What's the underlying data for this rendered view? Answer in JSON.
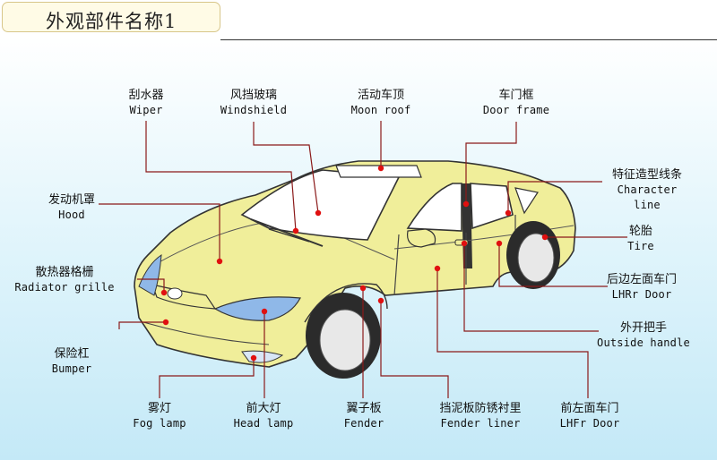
{
  "title": "外观部件名称1",
  "parts": [
    {
      "id": "wiper",
      "zh": "刮水器",
      "en": "Wiper"
    },
    {
      "id": "windshield",
      "zh": "风挡玻璃",
      "en": "Windshield"
    },
    {
      "id": "moon-roof",
      "zh": "活动车顶",
      "en": "Moon roof"
    },
    {
      "id": "door-frame",
      "zh": "车门框",
      "en": "Door frame"
    },
    {
      "id": "character-line",
      "zh": "特征造型线条",
      "en": "Character line"
    },
    {
      "id": "tire",
      "zh": "轮胎",
      "en": "Tire"
    },
    {
      "id": "lhrr-door",
      "zh": "后边左面车门",
      "en": "LHRr Door"
    },
    {
      "id": "outside-handle",
      "zh": "外开把手",
      "en": "Outside handle"
    },
    {
      "id": "lhfr-door",
      "zh": "前左面车门",
      "en": "LHFr Door"
    },
    {
      "id": "fender-liner",
      "zh": "挡泥板防锈衬里",
      "en": "Fender liner"
    },
    {
      "id": "fender",
      "zh": "翼子板",
      "en": "Fender"
    },
    {
      "id": "head-lamp",
      "zh": "前大灯",
      "en": "Head lamp"
    },
    {
      "id": "fog-lamp",
      "zh": "雾灯",
      "en": "Fog lamp"
    },
    {
      "id": "bumper",
      "zh": "保险杠",
      "en": "Bumper"
    },
    {
      "id": "radiator-grille",
      "zh": "散热器格栅",
      "en": "Radiator grille"
    },
    {
      "id": "hood",
      "zh": "发动机罩",
      "en": "Hood"
    }
  ],
  "colors": {
    "car_body": "#f0ee9a",
    "leader": "#8b1a1a",
    "dot": "#e01010",
    "headlamp": "#8fb8e8"
  }
}
